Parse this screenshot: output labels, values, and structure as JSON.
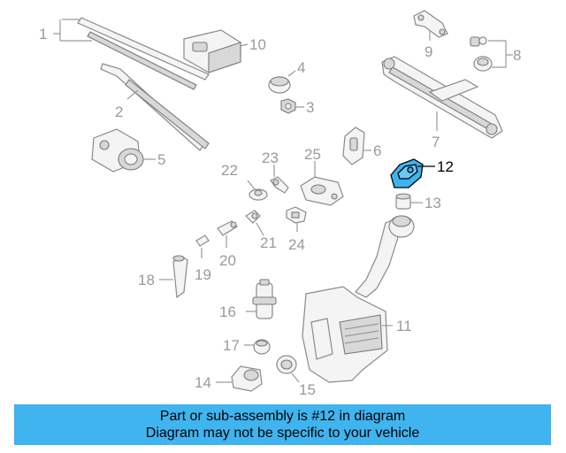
{
  "callouts": {
    "c1": "1",
    "c2": "2",
    "c3": "3",
    "c4": "4",
    "c5": "5",
    "c6": "6",
    "c7": "7",
    "c8": "8",
    "c9": "9",
    "c10": "10",
    "c11": "11",
    "c12": "12",
    "c13": "13",
    "c14": "14",
    "c15": "15",
    "c16": "16",
    "c17": "17",
    "c18": "18",
    "c19": "19",
    "c20": "20",
    "c21": "21",
    "c22": "22",
    "c23": "23",
    "c24": "24",
    "c25": "25"
  },
  "highlighted_part": "12",
  "colors": {
    "highlight": "#3fb4ef",
    "callout": "#9a9a9a",
    "banner": "#3fb4ef"
  },
  "banner": {
    "line1": "Part or sub-assembly is #12 in diagram",
    "line2": "Diagram may not be specific to your vehicle"
  }
}
